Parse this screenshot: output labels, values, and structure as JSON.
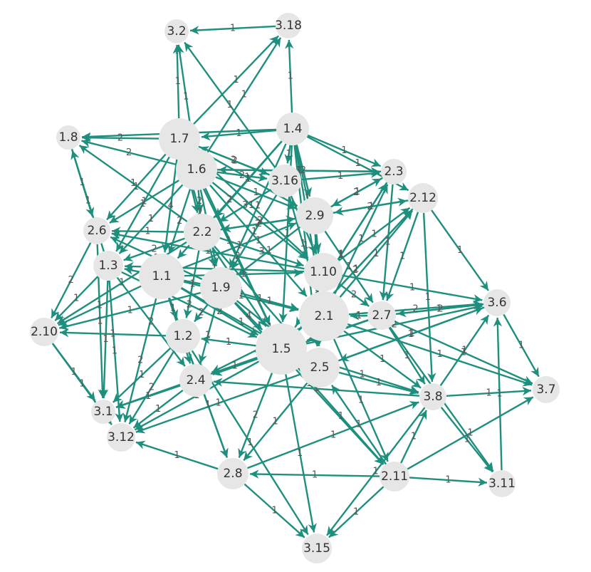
{
  "colors": {
    "edge": "#1f8f7d",
    "node": "#e6e6e6",
    "label": "#333333",
    "edge_label": "#555555"
  },
  "nodes": [
    {
      "id": "3.2",
      "label": "3.2"
    },
    {
      "id": "3.18",
      "label": "3.18"
    },
    {
      "id": "1.8",
      "label": "1.8"
    },
    {
      "id": "1.7",
      "label": "1.7"
    },
    {
      "id": "1.4",
      "label": "1.4"
    },
    {
      "id": "1.6",
      "label": "1.6"
    },
    {
      "id": "2.3",
      "label": "2.3"
    },
    {
      "id": "3.16",
      "label": "3.16"
    },
    {
      "id": "2.12",
      "label": "2.12"
    },
    {
      "id": "2.9",
      "label": "2.9"
    },
    {
      "id": "2.6",
      "label": "2.6"
    },
    {
      "id": "2.2",
      "label": "2.2"
    },
    {
      "id": "1.3",
      "label": "1.3"
    },
    {
      "id": "1.1",
      "label": "1.1"
    },
    {
      "id": "1.10",
      "label": "1.10"
    },
    {
      "id": "1.9",
      "label": "1.9"
    },
    {
      "id": "3.6",
      "label": "3.6"
    },
    {
      "id": "2.10",
      "label": "2.10"
    },
    {
      "id": "2.1",
      "label": "2.1"
    },
    {
      "id": "2.7",
      "label": "2.7"
    },
    {
      "id": "1.2",
      "label": "1.2"
    },
    {
      "id": "1.5",
      "label": "1.5"
    },
    {
      "id": "2.5",
      "label": "2.5"
    },
    {
      "id": "2.4",
      "label": "2.4"
    },
    {
      "id": "3.7",
      "label": "3.7"
    },
    {
      "id": "3.8",
      "label": "3.8"
    },
    {
      "id": "3.1",
      "label": "3.1"
    },
    {
      "id": "3.12",
      "label": "3.12"
    },
    {
      "id": "2.8",
      "label": "2.8"
    },
    {
      "id": "2.11",
      "label": "2.11"
    },
    {
      "id": "3.11",
      "label": "3.11"
    },
    {
      "id": "3.15",
      "label": "3.15"
    }
  ],
  "edges": [
    {
      "source": "3.18",
      "target": "3.2",
      "label": "1"
    },
    {
      "source": "1.7",
      "target": "3.2",
      "label": "1"
    },
    {
      "source": "1.6",
      "target": "3.2",
      "label": "1"
    },
    {
      "source": "1.7",
      "target": "3.18",
      "label": "1"
    },
    {
      "source": "1.6",
      "target": "3.18",
      "label": "1"
    },
    {
      "source": "1.4",
      "target": "3.18",
      "label": "1"
    },
    {
      "source": "3.16",
      "target": "3.2",
      "label": "1"
    },
    {
      "source": "1.7",
      "target": "1.8",
      "label": "2"
    },
    {
      "source": "1.6",
      "target": "1.8",
      "label": "2"
    },
    {
      "source": "1.4",
      "target": "1.8",
      "label": "1"
    },
    {
      "source": "1.4",
      "target": "1.7",
      "label": "1"
    },
    {
      "source": "1.8",
      "target": "2.6",
      "label": "1"
    },
    {
      "source": "1.3",
      "target": "1.8",
      "label": "1"
    },
    {
      "source": "2.2",
      "target": "1.8",
      "label": "1"
    },
    {
      "source": "1.4",
      "target": "2.3",
      "label": "1"
    },
    {
      "source": "1.4",
      "target": "2.12",
      "label": "1"
    },
    {
      "source": "1.4",
      "target": "2.9",
      "label": "2"
    },
    {
      "source": "1.4",
      "target": "3.16",
      "label": "1"
    },
    {
      "source": "1.6",
      "target": "2.3",
      "label": "1"
    },
    {
      "source": "3.16",
      "target": "2.3",
      "label": "1"
    },
    {
      "source": "2.9",
      "target": "2.3",
      "label": "2"
    },
    {
      "source": "2.9",
      "target": "2.12",
      "label": "2"
    },
    {
      "source": "1.10",
      "target": "2.12",
      "label": "1"
    },
    {
      "source": "2.12",
      "target": "3.6",
      "label": "1"
    },
    {
      "source": "2.12",
      "target": "2.7",
      "label": "1"
    },
    {
      "source": "2.12",
      "target": "3.8",
      "label": "1"
    },
    {
      "source": "2.3",
      "target": "2.7",
      "label": "1"
    },
    {
      "source": "2.1",
      "target": "2.3",
      "label": "1"
    },
    {
      "source": "2.1",
      "target": "2.12",
      "label": "1"
    },
    {
      "source": "1.5",
      "target": "2.12",
      "label": "2"
    },
    {
      "source": "1.5",
      "target": "2.3",
      "label": "1"
    },
    {
      "source": "2.9",
      "target": "2.7",
      "label": "1"
    },
    {
      "source": "1.10",
      "target": "3.6",
      "label": "1"
    },
    {
      "source": "2.1",
      "target": "3.6",
      "label": "2"
    },
    {
      "source": "2.7",
      "target": "3.6",
      "label": "1"
    },
    {
      "source": "1.5",
      "target": "3.6",
      "label": "2"
    },
    {
      "source": "2.5",
      "target": "3.6",
      "label": "1"
    },
    {
      "source": "3.8",
      "target": "3.6",
      "label": "1"
    },
    {
      "source": "3.6",
      "target": "3.7",
      "label": "1"
    },
    {
      "source": "2.7",
      "target": "3.7",
      "label": "1"
    },
    {
      "source": "2.1",
      "target": "3.7",
      "label": "1"
    },
    {
      "source": "3.8",
      "target": "3.7",
      "label": "1"
    },
    {
      "source": "2.5",
      "target": "3.8",
      "label": "1"
    },
    {
      "source": "2.1",
      "target": "3.8",
      "label": "1"
    },
    {
      "source": "2.7",
      "target": "3.8",
      "label": "1"
    },
    {
      "source": "1.5",
      "target": "3.8",
      "label": "1"
    },
    {
      "source": "3.8",
      "target": "3.11",
      "label": "1"
    },
    {
      "source": "2.7",
      "target": "3.11",
      "label": "1"
    },
    {
      "source": "3.11",
      "target": "3.6",
      "label": "1"
    },
    {
      "source": "2.11",
      "target": "3.7",
      "label": "1"
    },
    {
      "source": "2.11",
      "target": "3.8",
      "label": "1"
    },
    {
      "source": "2.11",
      "target": "3.11",
      "label": "1"
    },
    {
      "source": "2.11",
      "target": "2.8",
      "label": "1"
    },
    {
      "source": "2.11",
      "target": "3.15",
      "label": "1"
    },
    {
      "source": "2.11",
      "target": "2.5",
      "label": "1"
    },
    {
      "source": "1.5",
      "target": "2.11",
      "label": "1"
    },
    {
      "source": "2.1",
      "target": "2.11",
      "label": "1"
    },
    {
      "source": "1.9",
      "target": "2.11",
      "label": "1"
    },
    {
      "source": "2.8",
      "target": "3.15",
      "label": "1"
    },
    {
      "source": "2.8",
      "target": "3.8",
      "label": "1"
    },
    {
      "source": "2.8",
      "target": "3.12",
      "label": "1"
    },
    {
      "source": "1.5",
      "target": "2.8",
      "label": "2"
    },
    {
      "source": "1.5",
      "target": "3.15",
      "label": "1"
    },
    {
      "source": "1.2",
      "target": "3.15",
      "label": "1"
    },
    {
      "source": "1.1",
      "target": "2.8",
      "label": "1"
    },
    {
      "source": "1.2",
      "target": "2.8",
      "label": "1"
    },
    {
      "source": "2.5",
      "target": "2.8",
      "label": "1"
    },
    {
      "source": "3.8",
      "target": "3.15",
      "label": "1"
    },
    {
      "source": "2.4",
      "target": "3.12",
      "label": "1"
    },
    {
      "source": "2.4",
      "target": "3.1",
      "label": "1"
    },
    {
      "source": "2.10",
      "target": "3.1",
      "label": "1"
    },
    {
      "source": "1.3",
      "target": "3.1",
      "label": "1"
    },
    {
      "source": "1.3",
      "target": "3.12",
      "label": "1"
    },
    {
      "source": "2.6",
      "target": "3.1",
      "label": "1"
    },
    {
      "source": "1.1",
      "target": "3.12",
      "label": "2"
    },
    {
      "source": "1.2",
      "target": "3.1",
      "label": "1"
    },
    {
      "source": "1.5",
      "target": "3.12",
      "label": "1"
    },
    {
      "source": "1.5",
      "target": "3.1",
      "label": "1"
    },
    {
      "source": "2.5",
      "target": "3.12",
      "label": "1"
    },
    {
      "source": "1.1",
      "target": "2.10",
      "label": "1"
    },
    {
      "source": "1.3",
      "target": "2.10",
      "label": "1"
    },
    {
      "source": "2.6",
      "target": "2.10",
      "label": "2"
    },
    {
      "source": "1.9",
      "target": "2.10",
      "label": "1"
    },
    {
      "source": "1.2",
      "target": "2.10",
      "label": "1"
    },
    {
      "source": "2.2",
      "target": "2.10",
      "label": "1"
    },
    {
      "source": "1.6",
      "target": "2.6",
      "label": "1"
    },
    {
      "source": "1.7",
      "target": "2.6",
      "label": "1"
    },
    {
      "source": "2.2",
      "target": "2.6",
      "label": "1"
    },
    {
      "source": "1.9",
      "target": "2.6",
      "label": "1"
    },
    {
      "source": "1.10",
      "target": "2.6",
      "label": "1"
    },
    {
      "source": "1.1",
      "target": "2.4",
      "label": "1"
    },
    {
      "source": "1.9",
      "target": "2.4",
      "label": "1"
    },
    {
      "source": "1.5",
      "target": "2.4",
      "label": "1"
    },
    {
      "source": "2.1",
      "target": "2.4",
      "label": "1"
    },
    {
      "source": "2.7",
      "target": "2.4",
      "label": "1"
    },
    {
      "source": "3.8",
      "target": "2.4",
      "label": "1"
    },
    {
      "source": "1.3",
      "target": "2.4",
      "label": "2"
    },
    {
      "source": "2.2",
      "target": "1.2",
      "label": "1"
    },
    {
      "source": "1.1",
      "target": "1.2",
      "label": "1"
    },
    {
      "source": "1.9",
      "target": "1.2",
      "label": "2"
    },
    {
      "source": "1.5",
      "target": "1.2",
      "label": "1"
    },
    {
      "source": "1.6",
      "target": "1.1",
      "label": "2"
    },
    {
      "source": "1.7",
      "target": "1.1",
      "label": "4"
    },
    {
      "source": "1.4",
      "target": "1.1",
      "label": "2"
    },
    {
      "source": "1.6",
      "target": "2.2",
      "label": "2"
    },
    {
      "source": "1.7",
      "target": "2.2",
      "label": "2"
    },
    {
      "source": "1.4",
      "target": "2.2",
      "label": "1"
    },
    {
      "source": "3.16",
      "target": "2.2",
      "label": "3"
    },
    {
      "source": "2.9",
      "target": "2.2",
      "label": "2"
    },
    {
      "source": "1.4",
      "target": "1.9",
      "label": "1"
    },
    {
      "source": "1.6",
      "target": "1.9",
      "label": "2"
    },
    {
      "source": "1.7",
      "target": "1.9",
      "label": "2"
    },
    {
      "source": "3.16",
      "target": "1.9",
      "label": "1"
    },
    {
      "source": "2.9",
      "target": "1.9",
      "label": "1"
    },
    {
      "source": "1.4",
      "target": "1.10",
      "label": "1"
    },
    {
      "source": "1.6",
      "target": "1.10",
      "label": "2"
    },
    {
      "source": "1.7",
      "target": "1.10",
      "label": "1"
    },
    {
      "source": "3.16",
      "target": "1.10",
      "label": "1"
    },
    {
      "source": "2.2",
      "target": "1.10",
      "label": "3"
    },
    {
      "source": "1.1",
      "target": "1.10",
      "label": "1"
    },
    {
      "source": "1.6",
      "target": "1.5",
      "label": "2"
    },
    {
      "source": "1.7",
      "target": "1.5",
      "label": "1"
    },
    {
      "source": "1.4",
      "target": "1.5",
      "label": "1"
    },
    {
      "source": "2.2",
      "target": "1.5",
      "label": "4"
    },
    {
      "source": "1.1",
      "target": "1.5",
      "label": "2"
    },
    {
      "source": "1.3",
      "target": "1.5",
      "label": "2"
    },
    {
      "source": "1.9",
      "target": "1.5",
      "label": "4"
    },
    {
      "source": "1.6",
      "target": "2.1",
      "label": "1"
    },
    {
      "source": "1.4",
      "target": "2.1",
      "label": "1"
    },
    {
      "source": "3.16",
      "target": "2.1",
      "label": "1"
    },
    {
      "source": "2.9",
      "target": "2.1",
      "label": "1"
    },
    {
      "source": "1.9",
      "target": "2.1",
      "label": "1"
    },
    {
      "source": "1.1",
      "target": "2.1",
      "label": "1"
    },
    {
      "source": "1.7",
      "target": "2.9",
      "label": "1"
    },
    {
      "source": "1.6",
      "target": "2.9",
      "label": "1"
    },
    {
      "source": "2.2",
      "target": "2.9",
      "label": "2"
    },
    {
      "source": "1.1",
      "target": "2.9",
      "label": "1"
    },
    {
      "source": "1.6",
      "target": "3.16",
      "label": "2"
    },
    {
      "source": "1.7",
      "target": "3.16",
      "label": "2"
    },
    {
      "source": "1.4",
      "target": "2.5",
      "label": "1"
    },
    {
      "source": "2.9",
      "target": "2.5",
      "label": "1"
    },
    {
      "source": "1.9",
      "target": "2.5",
      "label": "1"
    },
    {
      "source": "2.2",
      "target": "2.5",
      "label": "1"
    },
    {
      "source": "1.1",
      "target": "2.5",
      "label": "1"
    },
    {
      "source": "1.7",
      "target": "1.3",
      "label": "1"
    },
    {
      "source": "1.6",
      "target": "1.3",
      "label": "1"
    },
    {
      "source": "2.2",
      "target": "1.3",
      "label": "2"
    },
    {
      "source": "1.9",
      "target": "1.3",
      "label": "2"
    },
    {
      "source": "1.10",
      "target": "1.3",
      "label": "1"
    },
    {
      "source": "2.3",
      "target": "1.6",
      "label": "1"
    },
    {
      "source": "1.6",
      "target": "1.7",
      "label": "1"
    },
    {
      "source": "3.16",
      "target": "1.7",
      "label": "2"
    },
    {
      "source": "2.3",
      "target": "2.9",
      "label": "1"
    },
    {
      "source": "2.12",
      "target": "2.9",
      "label": "1"
    },
    {
      "source": "2.7",
      "target": "2.1",
      "label": "1"
    },
    {
      "source": "2.7",
      "target": "1.5",
      "label": "1"
    },
    {
      "source": "3.6",
      "target": "2.5",
      "label": "1"
    },
    {
      "source": "3.6",
      "target": "2.7",
      "label": "2"
    },
    {
      "source": "2.10",
      "target": "3.12",
      "label": "1"
    },
    {
      "source": "1.2",
      "target": "3.12",
      "label": "2"
    },
    {
      "source": "2.12",
      "target": "1.5",
      "label": "1"
    },
    {
      "source": "2.3",
      "target": "1.5",
      "label": "1"
    },
    {
      "source": "1.10",
      "target": "2.7",
      "label": "2"
    }
  ]
}
